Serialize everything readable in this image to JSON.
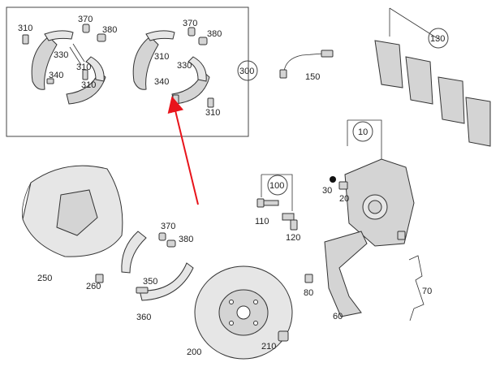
{
  "callouts": {
    "c10": "10",
    "c20": "20",
    "c30": "30",
    "c60": "60",
    "c70": "70",
    "c80": "80",
    "c100": "100",
    "c110": "110",
    "c120": "120",
    "c130": "130",
    "c150": "150",
    "c200": "200",
    "c210": "210",
    "c250": "250",
    "c260": "260",
    "c300": "300",
    "c310a": "310",
    "c310b": "310",
    "c310c": "310",
    "c310d": "310",
    "c310e": "310",
    "c330a": "330",
    "c330b": "330",
    "c340a": "340",
    "c340b": "340",
    "c350": "350",
    "c360": "360",
    "c370a": "370",
    "c370b": "370",
    "c370c": "370",
    "c380a": "380",
    "c380b": "380",
    "c380c": "380"
  },
  "colors": {
    "arrow": "#e8141b",
    "line": "#333333",
    "part_fill": "#d4d4d4"
  }
}
